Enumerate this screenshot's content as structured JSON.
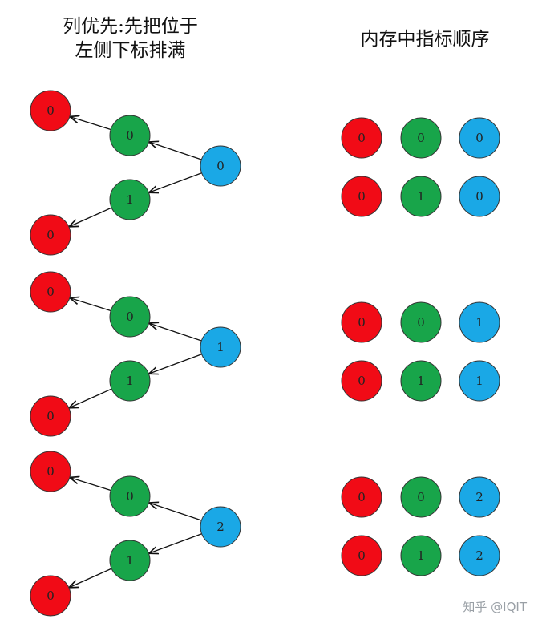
{
  "titles": {
    "left_line1": "列优先:先把位于",
    "left_line2": "左侧下标排满",
    "right": "内存中指标顺序"
  },
  "colors": {
    "red": "#f10b16",
    "green": "#18a54a",
    "blue": "#1aa8e6",
    "stroke": "#333333"
  },
  "groups": [
    {
      "root": "0",
      "mid_top": "0",
      "mid_bottom": "1",
      "leaf_top": "0",
      "leaf_bottom": "0",
      "memory_rows": [
        [
          "0",
          "0",
          "0"
        ],
        [
          "0",
          "1",
          "0"
        ]
      ]
    },
    {
      "root": "1",
      "mid_top": "0",
      "mid_bottom": "1",
      "leaf_top": "0",
      "leaf_bottom": "0",
      "memory_rows": [
        [
          "0",
          "0",
          "1"
        ],
        [
          "0",
          "1",
          "1"
        ]
      ]
    },
    {
      "root": "2",
      "mid_top": "0",
      "mid_bottom": "1",
      "leaf_top": "0",
      "leaf_bottom": "0",
      "memory_rows": [
        [
          "0",
          "0",
          "2"
        ],
        [
          "0",
          "1",
          "2"
        ]
      ]
    }
  ],
  "watermark": "知乎 @IQIT"
}
